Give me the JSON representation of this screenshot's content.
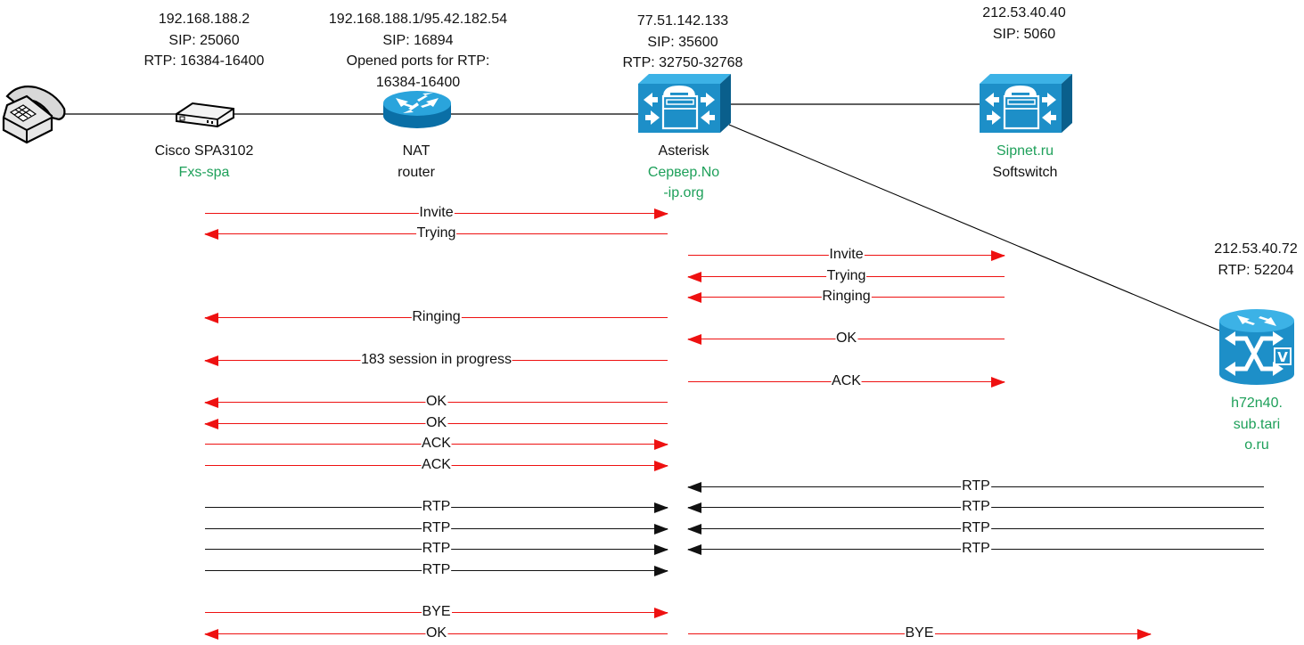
{
  "colors": {
    "sip": "#ee1111",
    "rtp": "#111111",
    "label_green": "#1ea05a",
    "device_blue": "#1d8fc8",
    "device_blue_dark": "#0a5f8c",
    "device_blue_light": "#3cb2e6"
  },
  "nodes": [
    {
      "id": "phone",
      "icon": "telephone-icon",
      "info": [],
      "labels": []
    },
    {
      "id": "spa",
      "icon": "ata-adapter-icon",
      "info": [
        "192.168.188.2",
        "SIP: 25060",
        "RTP: 16384-16400"
      ],
      "labels": [
        {
          "text": "Cisco SPA3102",
          "green": false
        },
        {
          "text": "Fxs-spa",
          "green": true
        }
      ]
    },
    {
      "id": "nat",
      "icon": "router-icon",
      "info": [
        "192.168.188.1/95.42.182.54",
        "SIP: 16894",
        "Opened ports for RTP:",
        "16384-16400"
      ],
      "labels": [
        {
          "text": "NAT",
          "green": false
        },
        {
          "text": "router",
          "green": false
        }
      ]
    },
    {
      "id": "asterisk",
      "icon": "call-manager-icon",
      "info": [
        "77.51.142.133",
        "SIP: 35600",
        "RTP: 32750-32768"
      ],
      "labels": [
        {
          "text": "Asterisk",
          "green": false
        },
        {
          "text": "Сервер.No",
          "green": true
        },
        {
          "text": "-ip.org",
          "green": true
        }
      ]
    },
    {
      "id": "sipnet",
      "icon": "call-manager-icon",
      "info": [
        "212.53.40.40",
        "SIP: 5060"
      ],
      "labels": [
        {
          "text": "Sipnet.ru",
          "green": true
        },
        {
          "text": "Softswitch",
          "green": false
        }
      ]
    },
    {
      "id": "h72",
      "icon": "voice-switch-icon",
      "info": [
        "212.53.40.72",
        "RTP: 52204"
      ],
      "labels": [
        {
          "text": "h72n40.",
          "green": true
        },
        {
          "text": "sub.tari",
          "green": true
        },
        {
          "text": "o.ru",
          "green": true
        }
      ]
    }
  ],
  "messages": [
    {
      "label": "Invite",
      "from": "spa",
      "to": "asterisk",
      "dir": "right",
      "type": "sip"
    },
    {
      "label": "Trying",
      "from": "asterisk",
      "to": "spa",
      "dir": "left",
      "type": "sip"
    },
    {
      "label": "Invite",
      "from": "asterisk",
      "to": "sipnet",
      "dir": "right",
      "type": "sip"
    },
    {
      "label": "Trying",
      "from": "sipnet",
      "to": "asterisk",
      "dir": "left",
      "type": "sip"
    },
    {
      "label": "Ringing",
      "from": "sipnet",
      "to": "asterisk",
      "dir": "left",
      "type": "sip"
    },
    {
      "label": "Ringing",
      "from": "asterisk",
      "to": "spa",
      "dir": "left",
      "type": "sip"
    },
    {
      "label": "OK",
      "from": "sipnet",
      "to": "asterisk",
      "dir": "left",
      "type": "sip"
    },
    {
      "label": "183 session in progress",
      "from": "asterisk",
      "to": "spa",
      "dir": "left",
      "type": "sip"
    },
    {
      "label": "ACK",
      "from": "asterisk",
      "to": "sipnet",
      "dir": "right",
      "type": "sip"
    },
    {
      "label": "OK",
      "from": "asterisk",
      "to": "spa",
      "dir": "left",
      "type": "sip"
    },
    {
      "label": "OK",
      "from": "asterisk",
      "to": "spa",
      "dir": "left",
      "type": "sip"
    },
    {
      "label": "ACK",
      "from": "spa",
      "to": "asterisk",
      "dir": "right",
      "type": "sip"
    },
    {
      "label": "ACK",
      "from": "spa",
      "to": "asterisk",
      "dir": "right",
      "type": "sip"
    },
    {
      "label": "RTP",
      "from": "h72",
      "to": "asterisk",
      "dir": "left",
      "type": "rtp"
    },
    {
      "label": "RTP",
      "from": "spa",
      "to": "asterisk",
      "dir": "right",
      "type": "rtp"
    },
    {
      "label": "RTP",
      "from": "h72",
      "to": "asterisk",
      "dir": "left",
      "type": "rtp"
    },
    {
      "label": "RTP",
      "from": "spa",
      "to": "asterisk",
      "dir": "right",
      "type": "rtp"
    },
    {
      "label": "RTP",
      "from": "h72",
      "to": "asterisk",
      "dir": "left",
      "type": "rtp"
    },
    {
      "label": "RTP",
      "from": "spa",
      "to": "asterisk",
      "dir": "right",
      "type": "rtp"
    },
    {
      "label": "RTP",
      "from": "h72",
      "to": "asterisk",
      "dir": "left",
      "type": "rtp"
    },
    {
      "label": "RTP",
      "from": "spa",
      "to": "asterisk",
      "dir": "right",
      "type": "rtp"
    },
    {
      "label": "BYE",
      "from": "spa",
      "to": "asterisk",
      "dir": "right",
      "type": "sip"
    },
    {
      "label": "OK",
      "from": "asterisk",
      "to": "spa",
      "dir": "left",
      "type": "sip"
    },
    {
      "label": "BYE",
      "from": "asterisk",
      "to": "h72",
      "dir": "right",
      "type": "sip"
    }
  ]
}
